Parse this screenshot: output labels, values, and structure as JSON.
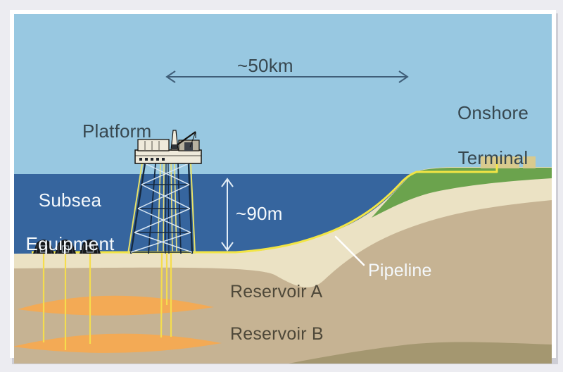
{
  "labels": {
    "platform": "Platform",
    "onshore_line1": "Onshore",
    "onshore_line2": "Terminal",
    "subsea_line1": "Subsea",
    "subsea_line2": "Equipment",
    "distance": "~50km",
    "depth": "~90m",
    "pipeline": "Pipeline",
    "reservoir_a": "Reservoir A",
    "reservoir_b": "Reservoir B"
  },
  "colors": {
    "sky": "#98c8e1",
    "sea": "#36659e",
    "seabed_cream": "#ebe2c4",
    "seabed_mid": "#c6b393",
    "seabed_deep": "#a49770",
    "grass": "#6ba34d",
    "building": "#d8ca8e",
    "reservoir": "#f3aa55",
    "pipeline_yellow": "#f2e545",
    "well_yellow": "#f5dd4d",
    "label_dark": "#37474f",
    "label_light": "#f5f9fc",
    "label_earth": "#4e4839"
  }
}
